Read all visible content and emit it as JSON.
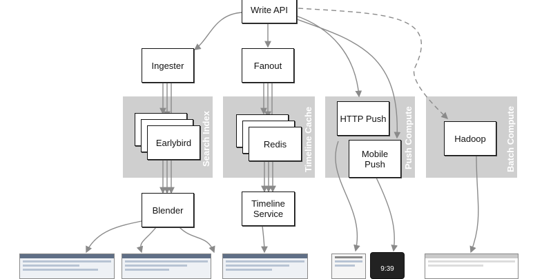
{
  "nodes": {
    "write_api": "Write API",
    "ingester": "Ingester",
    "fanout": "Fanout",
    "earlybird": "Earlybird",
    "redis": "Redis",
    "http_push": "HTTP Push",
    "mobile_push": "Mobile\nPush",
    "hadoop": "Hadoop",
    "blender": "Blender",
    "timeline_service": "Timeline\nService"
  },
  "groups": {
    "search_index": "Search Index",
    "timeline_cache": "Timeline Cache",
    "push_compute": "Push Compute",
    "batch_compute": "Batch Compute"
  },
  "screens": {
    "phone_time": "9:39"
  },
  "colors": {
    "band": "#cfcfcf",
    "arrow": "#8a8a8a",
    "box_border": "#111111"
  }
}
